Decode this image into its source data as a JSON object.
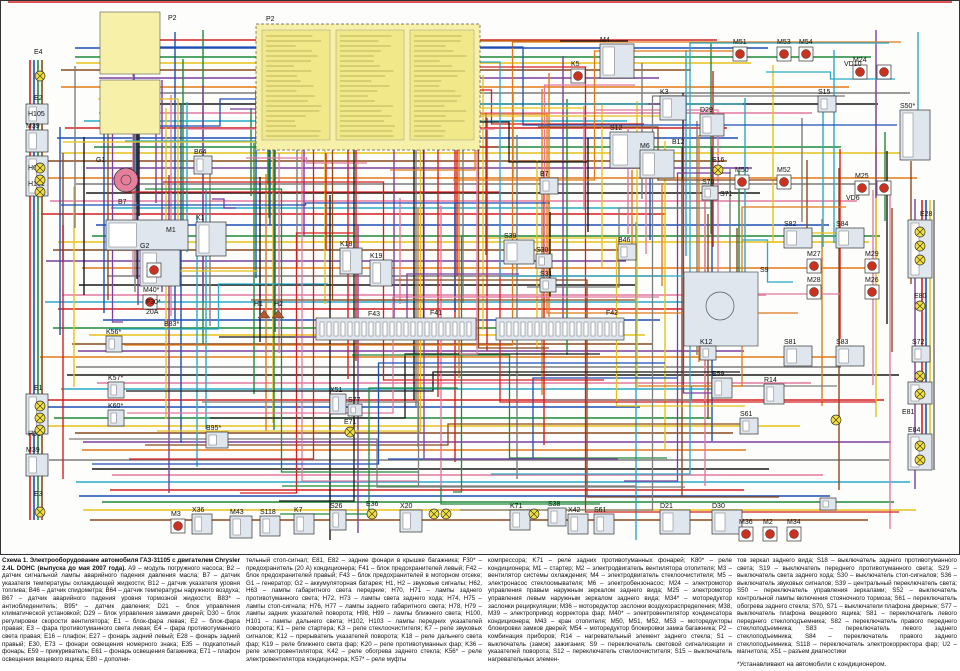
{
  "colors": {
    "red": "#d42020",
    "blue": "#1d4fb5",
    "green": "#1f8a3b",
    "yellow": "#e6c21a",
    "brown": "#8a4a1e",
    "violet": "#7b3fa0",
    "orange": "#e07a18",
    "gray": "#7d7d7d",
    "black": "#1a1a1a",
    "pink": "#e27aa0",
    "cyan": "#2aa9c8",
    "lamp": "#f3df3a",
    "motor": "#c8321e",
    "block": "#dfe6ee",
    "fuse_block": "#f6f0a8"
  },
  "labels": {
    "E4": "E4",
    "E2": "E2",
    "H105": "H105",
    "M39a": "M39",
    "H62": "H62",
    "H101": "H101",
    "G1": "G1",
    "B7": "B7",
    "B64": "B64",
    "M1": "M1",
    "G2": "G2",
    "K1": "K1",
    "M40": "M40*",
    "F30": "F30*",
    "A20": "20A",
    "B83": "B83*",
    "K56": "K56*",
    "H1": "H1",
    "H2": "H2",
    "K57": "K57*",
    "K60": "K60*",
    "B95": "B95*",
    "E1": "E1",
    "H61": "H61",
    "M39b": "M39",
    "E3": "E3",
    "M3": "M3",
    "X36": "X36",
    "M43": "M43",
    "S118": "S118",
    "K7": "K7",
    "S26": "S26",
    "E36": "E36",
    "X20": "X20",
    "K18": "K18",
    "K19": "K19",
    "F41": "F41",
    "X51": "X51",
    "S77": "S77",
    "E71": "E71",
    "P2": "P2",
    "F43": "F43",
    "K71": "K71",
    "S38": "S38",
    "X42": "X42",
    "S61": "S61",
    "D21": "D21",
    "D30": "D30",
    "M36": "M36",
    "M2": "M2",
    "M34": "M34",
    "K3": "K3",
    "K5": "K5",
    "M4": "M4",
    "D29": "D29",
    "S12": "S12",
    "M6": "M6",
    "B12": "B12",
    "B46": "B46",
    "E16": "E16",
    "S70": "S70",
    "S71": "S71",
    "B7b": "B7",
    "S39": "S39",
    "S30": "S30",
    "S31": "S31",
    "F42": "F42",
    "S9": "S9",
    "K12": "K12",
    "E59": "E59",
    "R14": "R14",
    "S61b": "S61",
    "M51": "M51",
    "M53": "M53",
    "M54": "M54",
    "M50": "M50",
    "M52": "M52",
    "VD10": "VD10",
    "M24": "M24",
    "S15": "S15",
    "S50": "S50*",
    "VD6": "VD6",
    "M25": "M25",
    "E28": "E28",
    "S82": "S82",
    "S84": "S84",
    "M27": "M27",
    "M29": "M29",
    "M28": "M28",
    "M26": "M26",
    "S81": "S81",
    "S83": "S83",
    "E80": "E80",
    "S72": "S72",
    "E81": "E81",
    "E84": "E84"
  },
  "caption": {
    "col1": [
      {
        "bold": "Схема 1. Электрооборудование автомобиля ГАЗ-31105 с двигателем Chrysler 2.4L DOHC (выпуска до мая 2007 года).",
        "text": " A9 – модуль погружного насоса; B2 – датчик сигнальной лампы аварийного падения давления масла; B7 – датчик указателя температуры охлаждающей жидкости; B12 – датчик указателя уровня топлива; B46 – датчик спидометра; B64 – датчик температуры наружного воздуха; B67 – датчик аварийного падения уровня тормозной жидкости; B83* – антиобледенитель; B95* – датчик давления; D21 – блок управления климатической установкой; D29 – блок управления замками дверей; D30 – блок регулировки скорости вентилятора; E1 – блок-фара левая; E2 – блок-фара правая; E3 – фара противотуманного света левая; E4 – фара противотуманного света правая; E16 – плафон; E27 – фонарь задний левый; E28 – фонарь задний правый; E30, E73 – фонари освещения номерного знака; E35 – подкапотный фонарь; E59 – прикуриватель; E61 – фонарь освещения багажника; E71 – плафон освещения вещевого ящика; E80 – дополни-"
      }
    ],
    "col2": "тельный стоп-сигнал; E81, E82 – задние фонари в крышке багажника; F30* – предохранитель (20 A) кондиционера; F41 – блок предохранителей левый; F42 – блок предохранителей правый; F43 – блок предохранителей в моторном отсеке; G1 – генератор; G2 – аккумуляторная батарея; H1, H2 – звуковые сигналы; H62, H63 – лампы габаритного света передние; H70, H71 – лампы заднего противотуманного света; H72, H73 – лампы света заднего хода; H74, H75 – лампы стоп-сигнала; H76, H77 – лампы заднего габаритного света; H78, H79 – лампы задних указателей поворота; H98, H99 – лампы ближнего света; H100, H101 – лампы дальнего света; H102, H103 – лампы передних указателей поворота; K1 – реле стартера; K3 – реле стеклоочистителя; K7 – реле звуковых сигналов; K12 – прерыватель указателей поворота; K18 – реле дальнего света фар; K19 – реле ближнего света фар; K20 – реле противотуманных фар; K36 – реле электровентилятора; K42 – реле обогрева заднего стекла; K56* – реле электровентилятора кондиционера; K57* – реле муфты",
    "col3": "компрессора; K71 – реле задних противотуманных фонарей; K80* – реле кондиционера; M1 – стартер; M2 – электродвигатель вентилятора отопителя; M3 – вентилятор системы охлаждения; M4 – электродвигатель стеклоочистителя; M5 – электронасос стеклоомывателя; M6 – электробензонасос; M24 – электромотор управления правым наружным зеркалом заднего вида; M25 – электромотор управления левым наружным зеркалом заднего вида; M34* – моторедуктор заслонки рециркуляции; M36 – моторедуктор заслонки воздухораспределения; M38, M39 – электропривод корректора фар; M40* – электровентилятор конденсатора кондиционера; M43 – кран отопителя; M50, M51, M52, M53 – моторедукторы блокировки замков дверей; M54 – моторедуктор блокировки замка багажника; P2 – комбинация приборов; R14 – нагревательный элемент заднего стекла; S1 – выключатель (замок) зажигания; S9 – переключатель световой сигнализации и указателей поворота; S12 – переключатель стеклоочистителя; S15 – выключатель нагревательных элемен-",
    "col4": "тов зеркал заднего вида; S18 – выключатель заднего противотуманного света; S19 – выключатель переднего противотуманного света; S29 – выключатель света заднего хода; S30 – выключатель стоп-сигналов; S36 – выключатель звуковых сигналов; S39 – центральный переключатель света; S50 – переключатель управления зеркалами; S52 – выключатель контрольной лампы включения стояночного тормоза; S61 – переключатель обогрева заднего стекла; S70, S71 – выключатели плафона дверные; S77 – выключатель плафона вещевого ящика; S81 – переключатель левого переднего стеклоподъемника; S82 – переключатель правого переднего стеклоподъемника; S83 – переключатель левого заднего стеклоподъемника; S84 – переключатель правого заднего стеклоподъемника; S118 – переключатель электрокорректора фар; U2 – магнитола; X51 – разъем диагностики",
    "note": "*Устанавливают на автомобили с кондиционером."
  }
}
